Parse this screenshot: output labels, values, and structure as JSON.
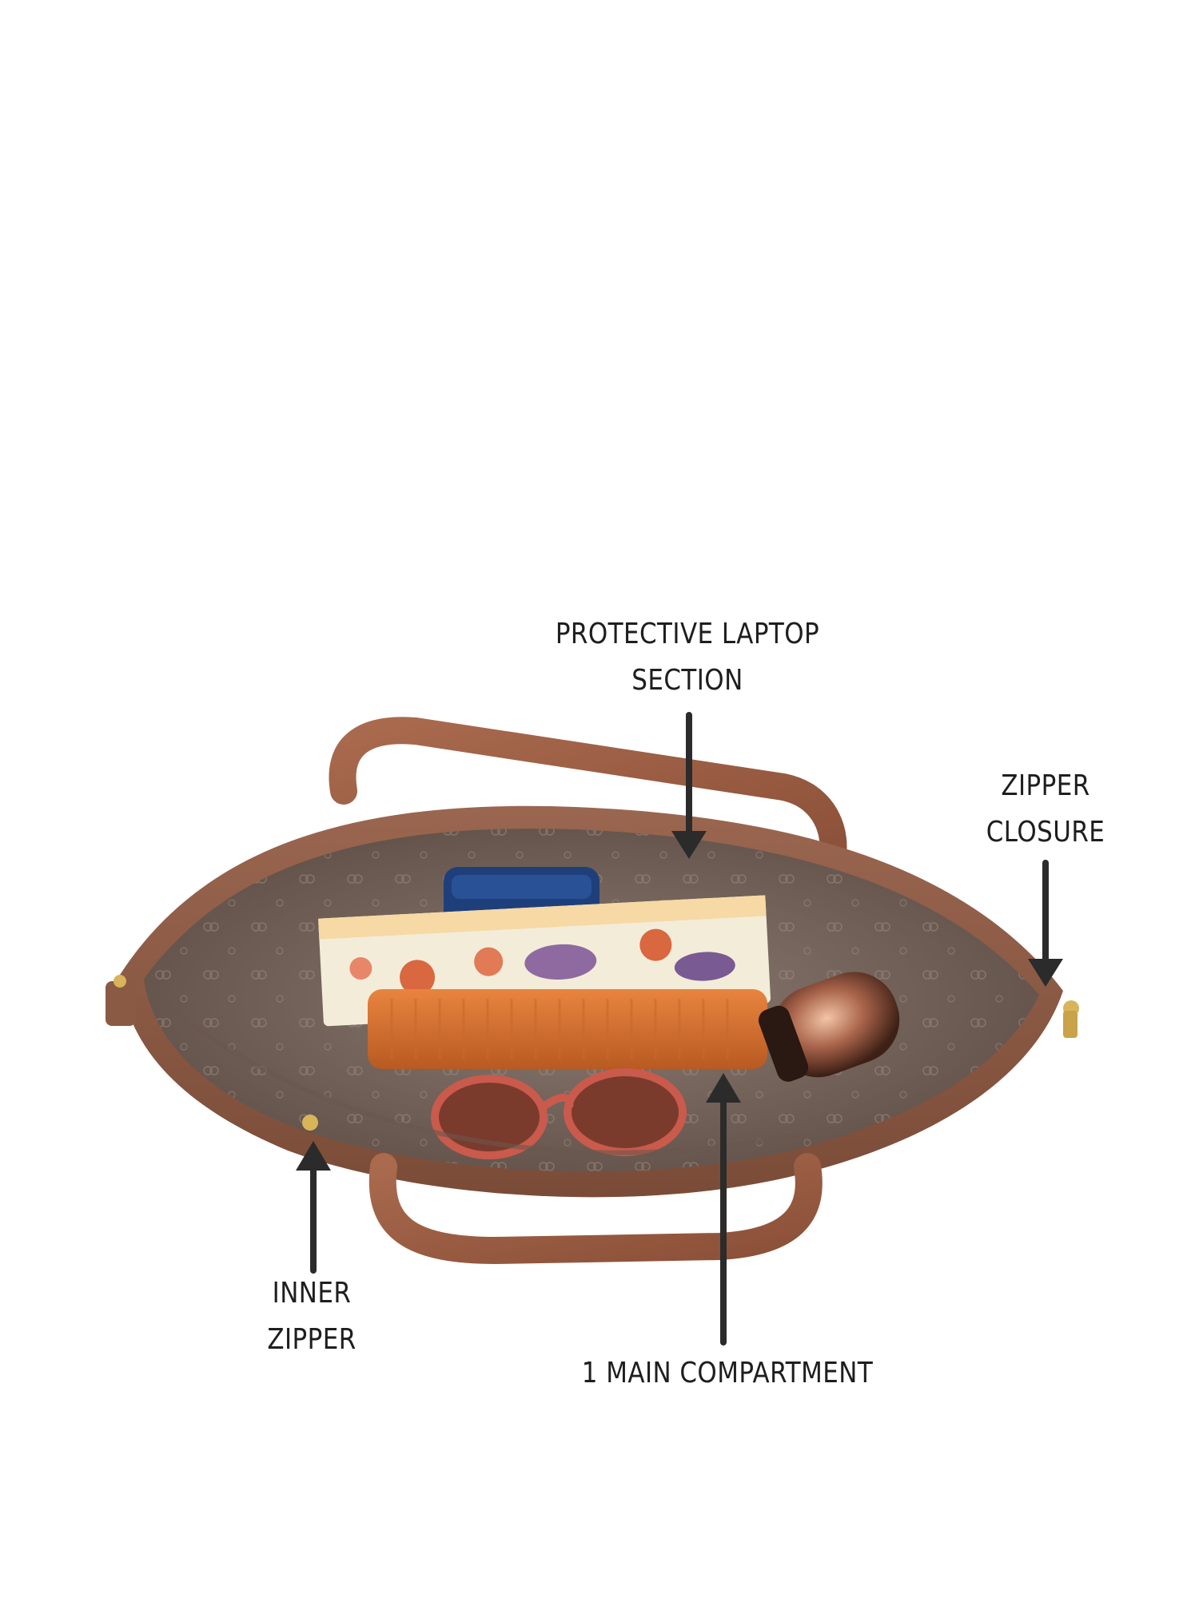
{
  "image": {
    "subject": "bag-photo",
    "colors": {
      "background": "#ffffff",
      "bag_leather": "#8a5a44",
      "bag_lining": "#7b6a60",
      "arrow": "#2b2b2b",
      "label_text": "#1e1e1e"
    }
  },
  "annotations": {
    "laptop": {
      "line1": "PROTECTIVE LAPTOP",
      "line2": "SECTION"
    },
    "zipper_closure": {
      "line1": "ZIPPER",
      "line2": "CLOSURE"
    },
    "inner_zipper": {
      "line1": "INNER",
      "line2": "ZIPPER"
    },
    "main_compartment": {
      "line1": "1 MAIN COMPARTMENT"
    }
  }
}
